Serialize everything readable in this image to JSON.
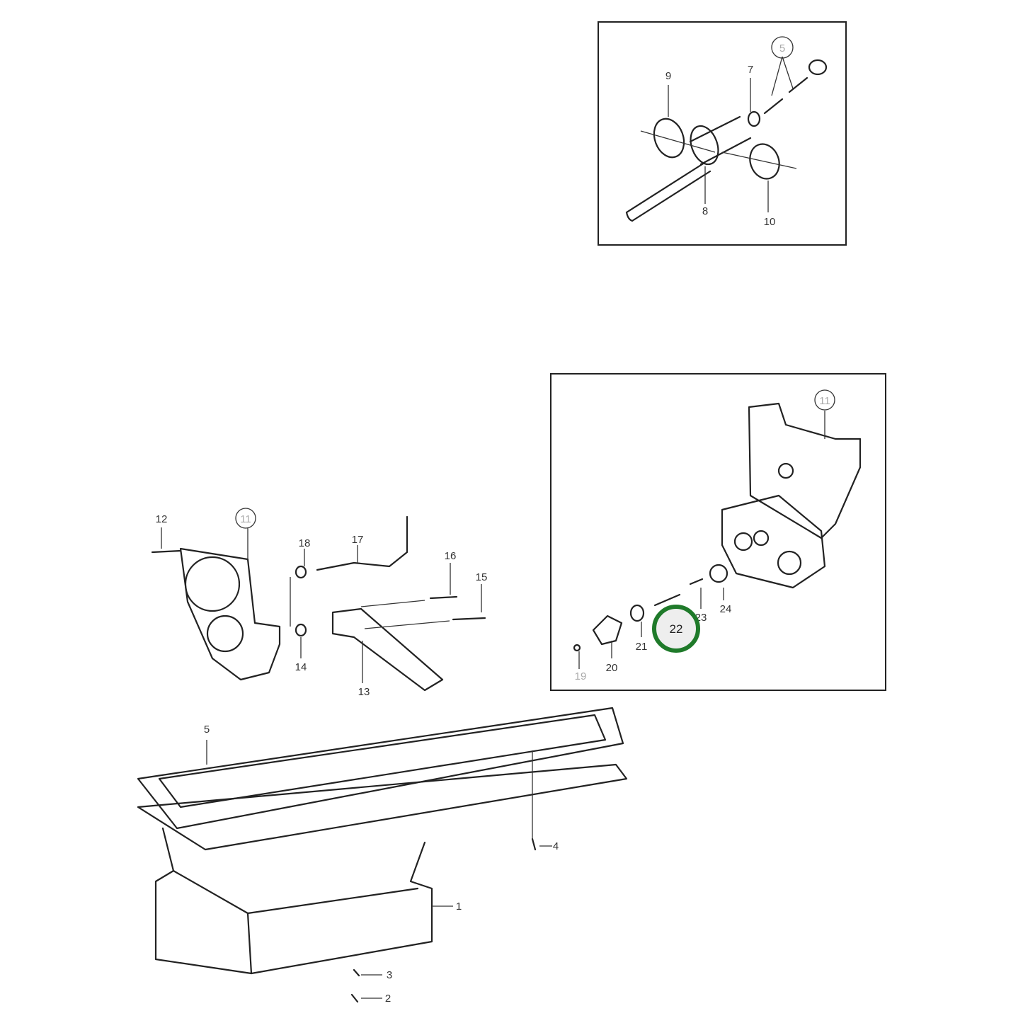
{
  "diagram": {
    "type": "exploded parts diagram",
    "highlight_color": "#1f7a2a",
    "highlighted_part": "22",
    "callouts": {
      "c1": "1",
      "c2": "2",
      "c3": "3",
      "c4": "4",
      "c5": "5",
      "c5_inset": "5",
      "c7": "7",
      "c8": "8",
      "c9": "9",
      "c10": "10",
      "c11": "11",
      "c11_inset": "11",
      "c12": "12",
      "c13": "13",
      "c14": "14",
      "c15": "15",
      "c16": "16",
      "c17": "17",
      "c18": "18",
      "c19": "19",
      "c20": "20",
      "c21": "21",
      "c22": "22",
      "c23": "23",
      "c24": "24"
    }
  }
}
